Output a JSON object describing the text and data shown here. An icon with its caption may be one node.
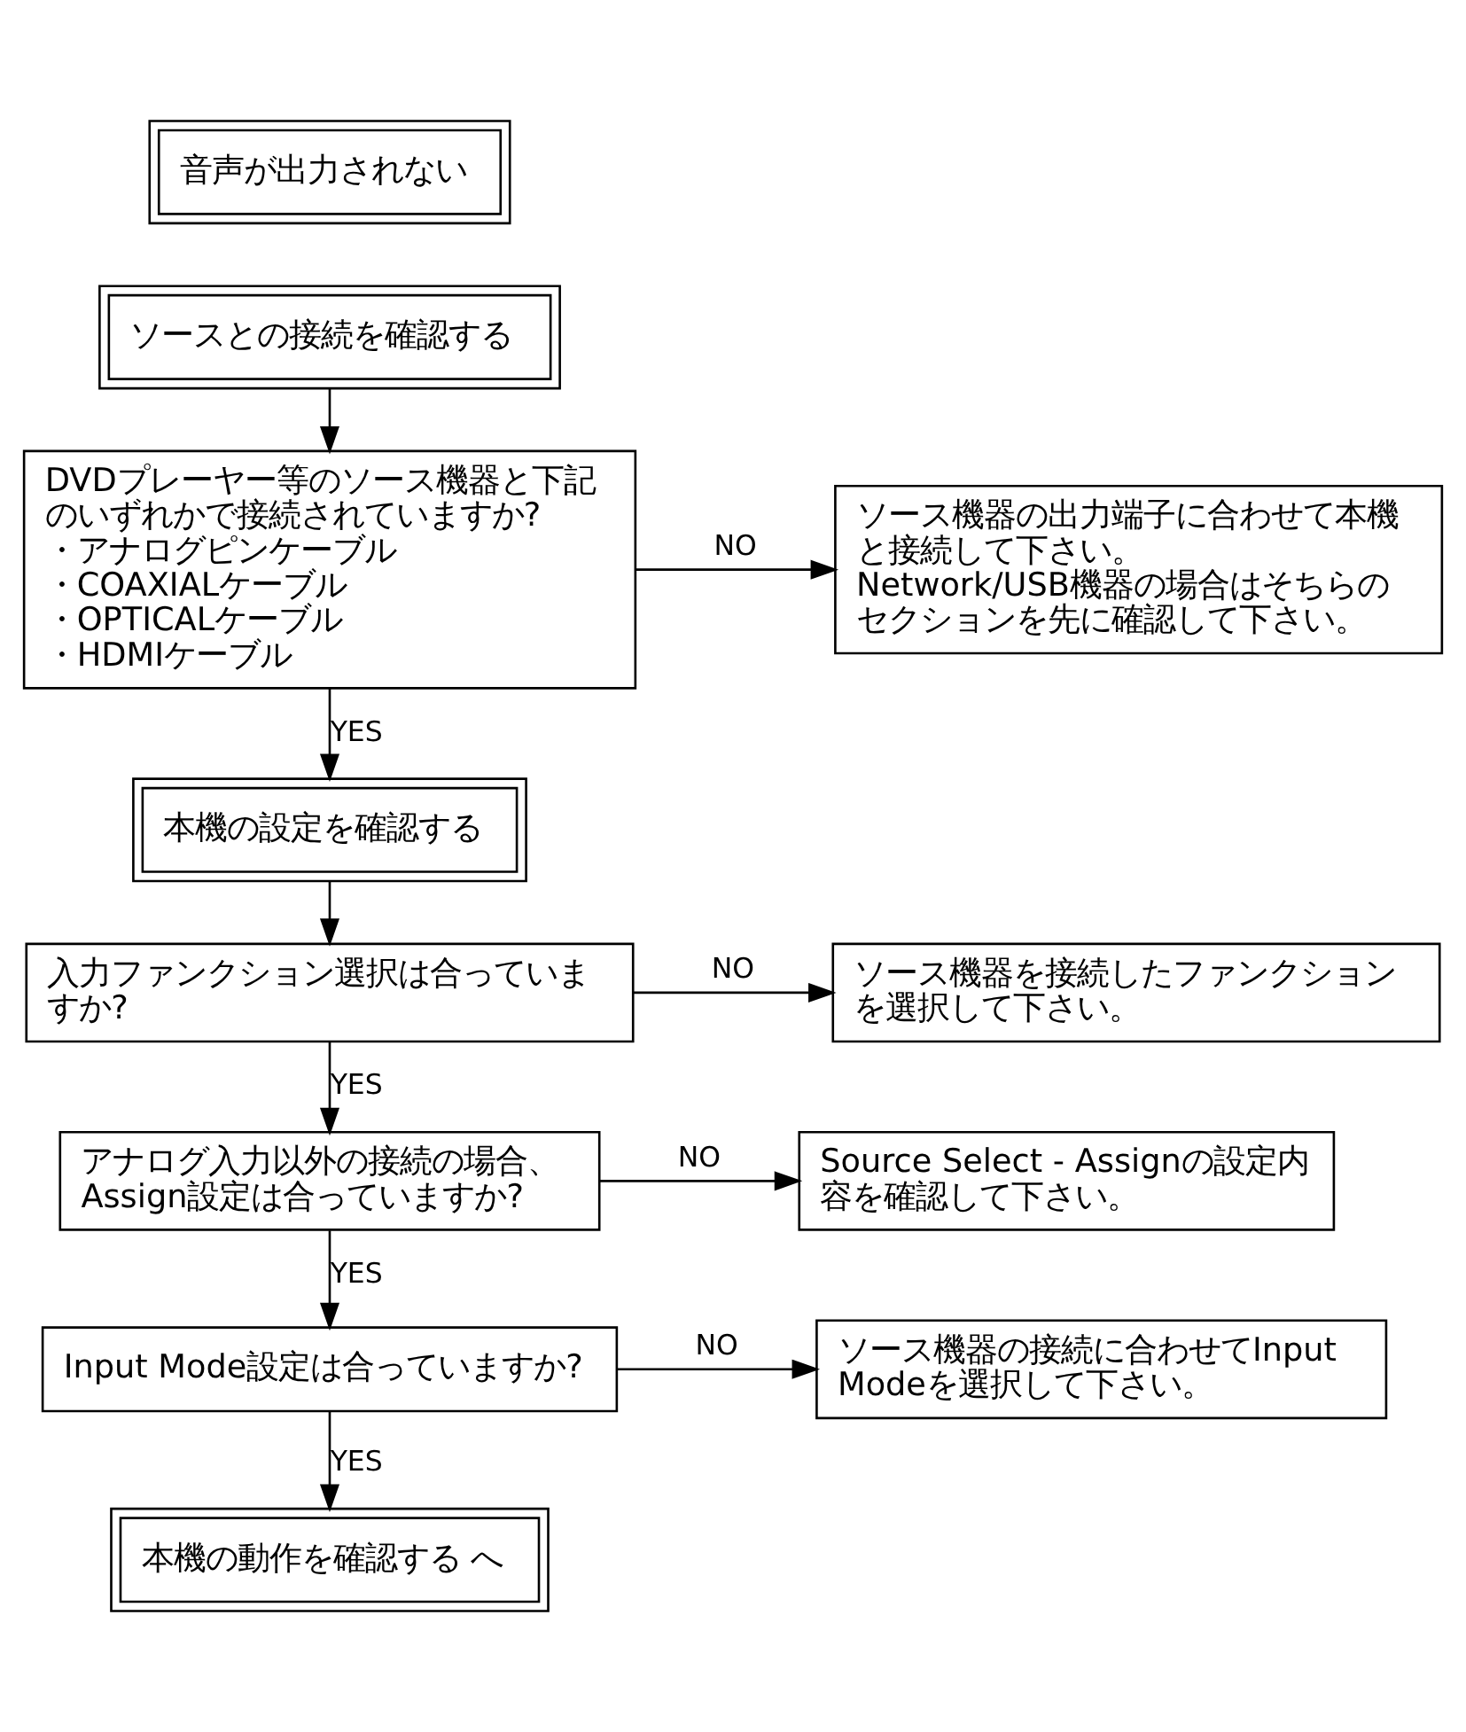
{
  "diagram": {
    "nodes": [
      {
        "text": [
          "音声が出力されない"
        ]
      },
      {
        "text": [
          "ソースとの接続を確認する"
        ]
      },
      {
        "text": [
          "DVDプレーヤー等のソース機器と下記のいずれかで接続されていますか?",
          "・アナログピンケーブル",
          "・COAXIALケーブル",
          "・OPTICALケーブル",
          "・HDMIケーブル"
        ]
      },
      {
        "text": [
          "ソース機器の出力端子に合わせて本機と接続して下さい。",
          "Network/USB機器の場合はそちらのセクションを先に確認して下さい。"
        ]
      },
      {
        "text": [
          "本機の設定を確認する"
        ]
      },
      {
        "text": [
          "入力ファンクション選択は合っていますか?"
        ]
      },
      {
        "text": [
          "ソース機器を接続したファンクションを選択して下さい。"
        ]
      },
      {
        "text": [
          "アナログ入力以外の接続の場合、Assign設定は合っていますか?"
        ]
      },
      {
        "text": [
          "Source Select - Assignの設定内容を確認して下さい。"
        ]
      },
      {
        "text": [
          "Input Mode設定は合っていますか?"
        ]
      },
      {
        "text": [
          "ソース機器の接続に合わせてInput Modeを選択して下さい。"
        ]
      },
      {
        "text": [
          "本機の動作を確認する へ"
        ]
      }
    ],
    "edges": [
      {
        "from": 1,
        "to": 2,
        "arrow": "to"
      },
      {
        "from": 2,
        "to": 3,
        "arrow": "to",
        "label": "NO"
      },
      {
        "from": 2,
        "to": 4,
        "arrow": "to",
        "label": "YES"
      },
      {
        "from": 4,
        "to": 5,
        "arrow": "to"
      },
      {
        "from": 5,
        "to": 6,
        "arrow": "to",
        "label": "NO"
      },
      {
        "from": 5,
        "to": 7,
        "arrow": "to",
        "label": "YES"
      },
      {
        "from": 7,
        "to": 8,
        "arrow": "to",
        "label": "NO"
      },
      {
        "from": 7,
        "to": 9,
        "arrow": "to",
        "label": "YES"
      },
      {
        "from": 9,
        "to": 10,
        "arrow": "to",
        "label": "NO"
      },
      {
        "from": 9,
        "to": 11,
        "arrow": "to",
        "label": "YES"
      }
    ]
  }
}
